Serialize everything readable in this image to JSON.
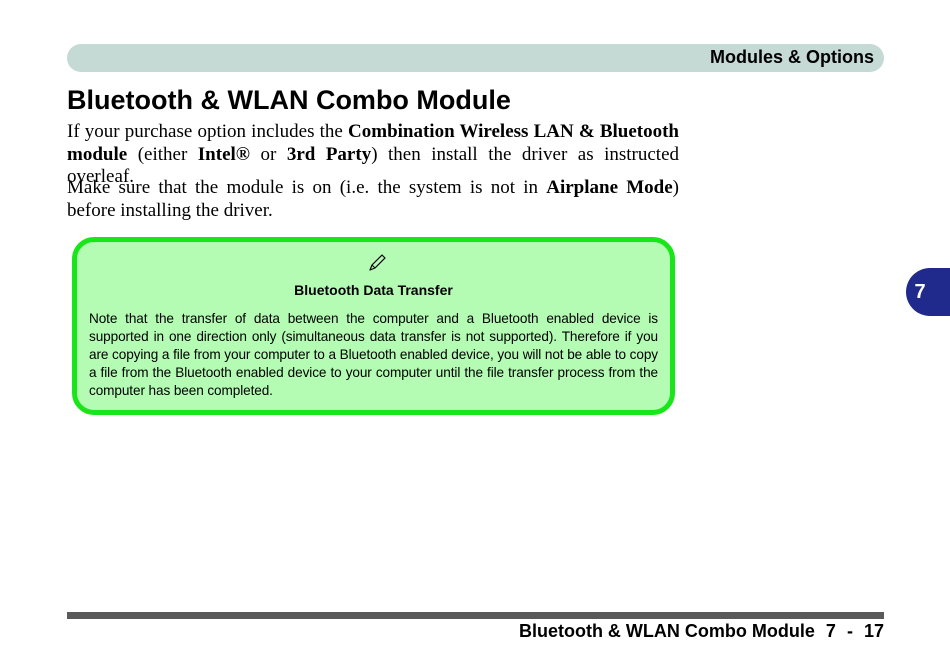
{
  "header": {
    "section_title": "Modules & Options"
  },
  "page": {
    "title": "Bluetooth & WLAN Combo Module"
  },
  "para1": {
    "t1": "If your purchase option includes the ",
    "b1": "Combination Wireless LAN & Bluetooth module",
    "t2": " (either ",
    "b2": "Intel®",
    "t3": " or ",
    "b3": "3rd Party",
    "t4": ") then install the driver as instructed overleaf."
  },
  "para2": {
    "t1": "Make sure that the module is on (i.e. the system is not in ",
    "b1": "Airplane Mode",
    "t2": ") before installing the driver."
  },
  "note": {
    "icon": "pencil-icon",
    "title": "Bluetooth Data Transfer",
    "text": "Note that the transfer of data between the computer and a Bluetooth enabled device is supported in one direction only (simultaneous data transfer is not supported). Therefore if you are copying a file from your computer to a Bluetooth enabled device, you will not be able to copy a file from the Bluetooth enabled device to your computer until the file transfer process from the computer has been completed."
  },
  "chapter_tab": {
    "number": "7"
  },
  "footer": {
    "title": "Bluetooth & WLAN Combo Module",
    "chapter": "7",
    "separator": "-",
    "page": "17"
  },
  "colors": {
    "header_bar": "#c5d9d5",
    "note_fill": "#b4fbb4",
    "note_border": "#19e619",
    "chapter_tab": "#1f2a8c",
    "footer_rule": "#5a5a5a"
  }
}
